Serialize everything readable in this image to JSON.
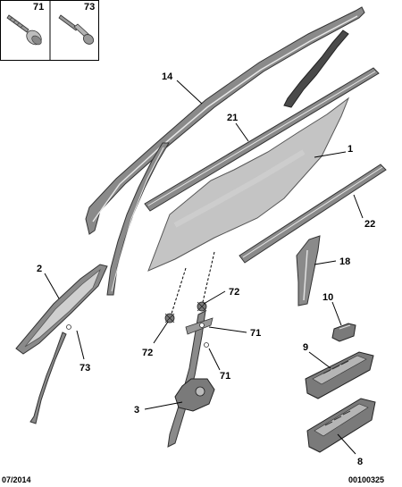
{
  "inset": {
    "labels": [
      "71",
      "73"
    ]
  },
  "callouts": {
    "c14": "14",
    "c21": "21",
    "c1": "1",
    "c22": "22",
    "c2": "2",
    "c18": "18",
    "c72a": "72",
    "c72b": "72",
    "c71a": "71",
    "c71b": "71",
    "c73": "73",
    "c10": "10",
    "c9": "9",
    "c3": "3",
    "c8": "8"
  },
  "footer": {
    "date": "07/2014",
    "ref": "00100325"
  },
  "colors": {
    "glass": "#c4c4c4",
    "seal": "#8a8a8a",
    "seal_inner": "#e6e6e6",
    "line": "#000000"
  }
}
